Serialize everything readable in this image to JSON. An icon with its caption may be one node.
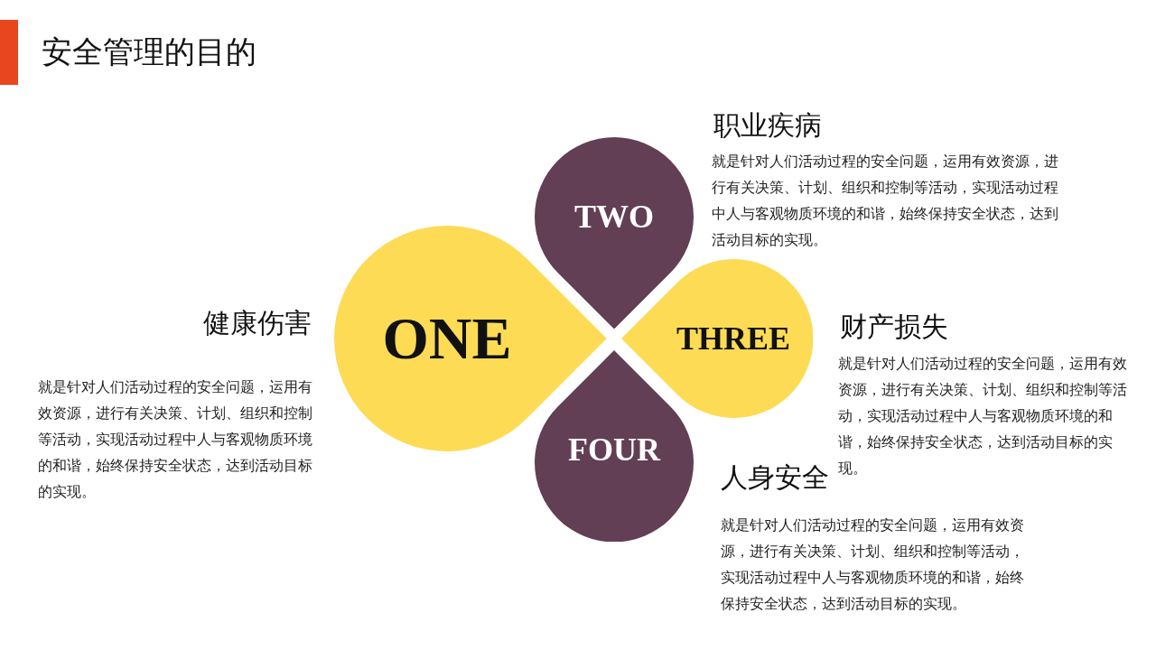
{
  "diagram": {
    "title": "安全管理的目的",
    "nodes": [
      {
        "text": [
          "ONE"
        ],
        "beside": [
          "健康伤害",
          "就是针对人们活动过程的安全问题，运用有效资源，进行有关决策、计划、组织和控制等活动，实现活动过程中人与客观物质环境的和谐，始终保持安全状态，达到活动目标的实现。"
        ]
      },
      {
        "text": [
          "TWO"
        ],
        "beside": [
          "职业疾病",
          "就是针对人们活动过程的安全问题，运用有效资源，进行有关决策、计划、组织和控制等活动，实现活动过程中人与客观物质环境的和谐，始终保持安全状态，达到活动目标的实现。"
        ]
      },
      {
        "text": [
          "THREE"
        ],
        "beside": [
          "财产损失",
          "就是针对人们活动过程的安全问题，运用有效资源，进行有关决策、计划、组织和控制等活动，实现活动过程中人与客观物质环境的和谐，始终保持安全状态，达到活动目标的实现。"
        ]
      },
      {
        "text": [
          "FOUR"
        ],
        "beside": [
          "人身安全",
          "就是针对人们活动过程的安全问题，运用有效资源，进行有关决策、计划、组织和控制等活动，实现活动过程中人与客观物质环境的和谐，始终保持安全状态，达到活动目标的实现。"
        ]
      }
    ]
  }
}
